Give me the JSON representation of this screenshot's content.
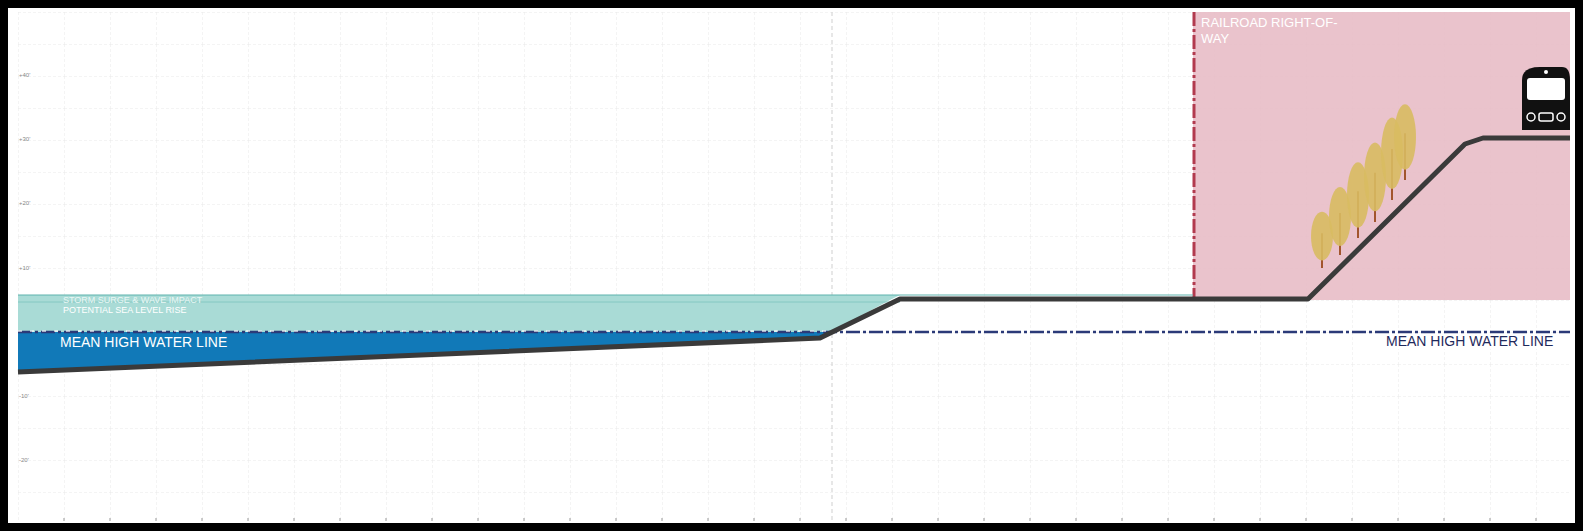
{
  "diagram": {
    "nodes": [
      {
        "text": [
          "RAILROAD RIGHT-OF-WAY"
        ]
      },
      {
        "text": [
          "STORM SURGE & WAVE IMPACT",
          "POTENTIAL SEA LEVEL RISE"
        ]
      },
      {
        "text": [
          "MEAN HIGH WATER LINE"
        ]
      }
    ],
    "labels": [
      "MEAN HIGH WATER LINE",
      "+40'",
      "+30'",
      "+20'",
      "+10'",
      "-10'",
      "-20'"
    ]
  }
}
